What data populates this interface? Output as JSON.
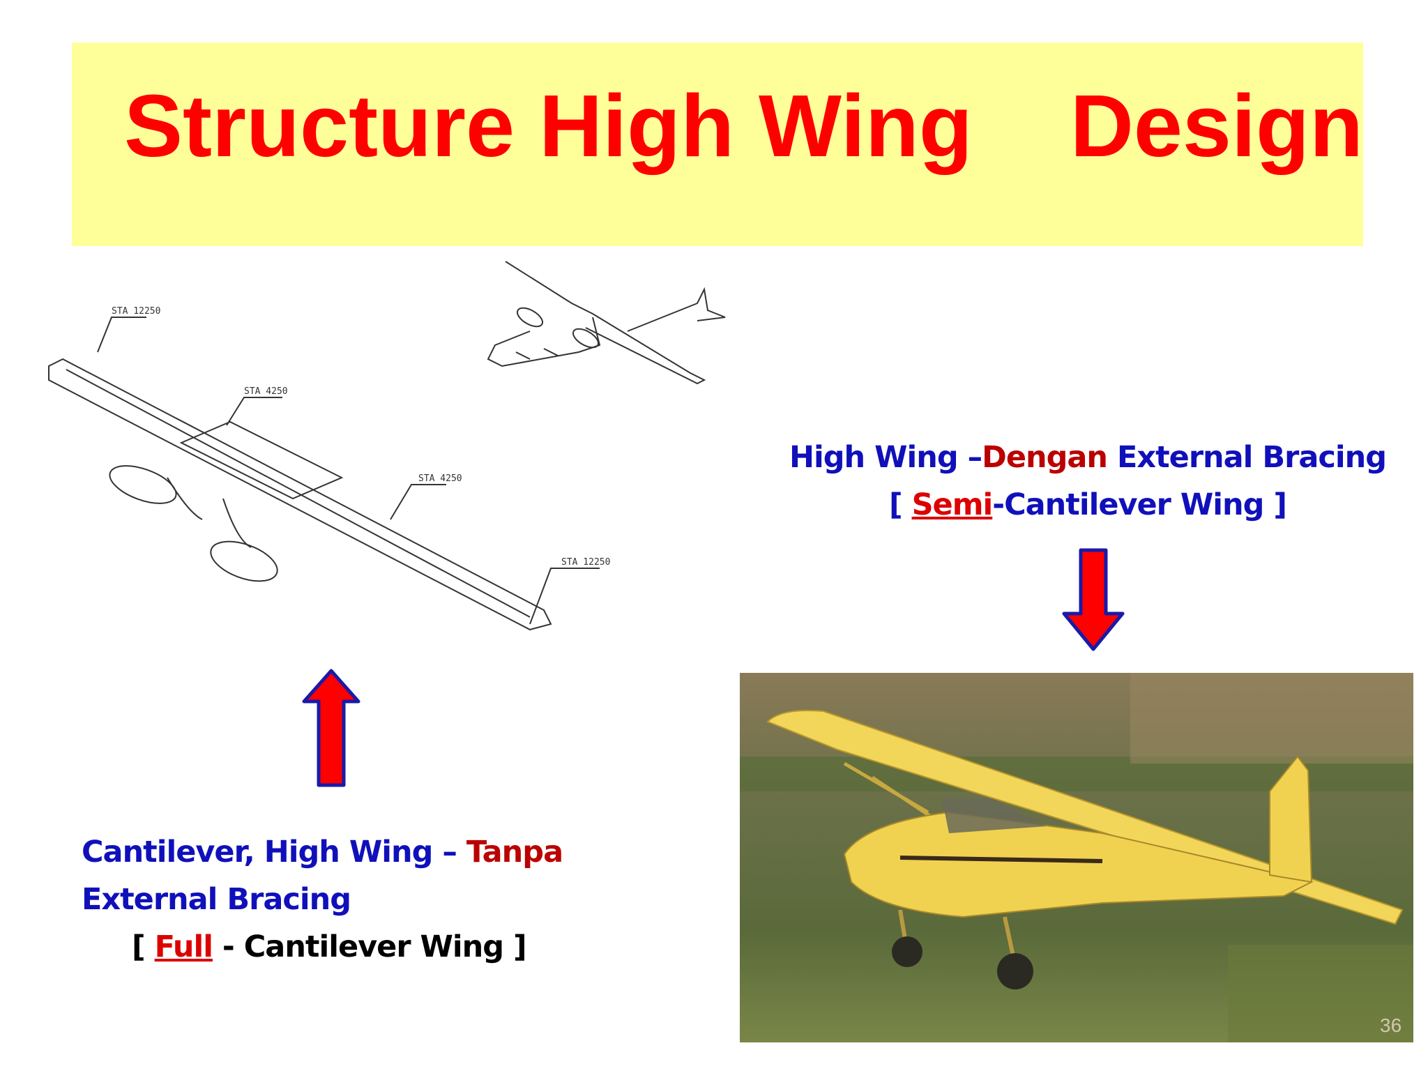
{
  "slide": {
    "title": "Structure High Wing    Design",
    "page_number": "36"
  },
  "drawing": {
    "station_labels": [
      "STA 12250",
      "STA 4250",
      "STA 4250",
      "STA 12250"
    ]
  },
  "caption_right": {
    "line1_part1": "High Wing –",
    "line1_part2": "Dengan",
    "line1_part3": " External Bracing",
    "line2_open": "[ ",
    "line2_semi": "Semi",
    "line2_rest": "-Cantilever Wing ]"
  },
  "caption_left": {
    "line1_part1": "Cantilever, High Wing – ",
    "line1_part2": "Tanpa",
    "line2": "External Bracing",
    "line3_open": "[ ",
    "line3_full": "Full",
    "line3_rest": " - Cantilever Wing ]"
  },
  "colors": {
    "title_bg": "#ffff99",
    "title_text": "#ff0000",
    "caption_blue": "#1010bb",
    "caption_red": "#bb0000",
    "arrow_fill": "#ff0000",
    "arrow_stroke": "#1a1aa8"
  }
}
